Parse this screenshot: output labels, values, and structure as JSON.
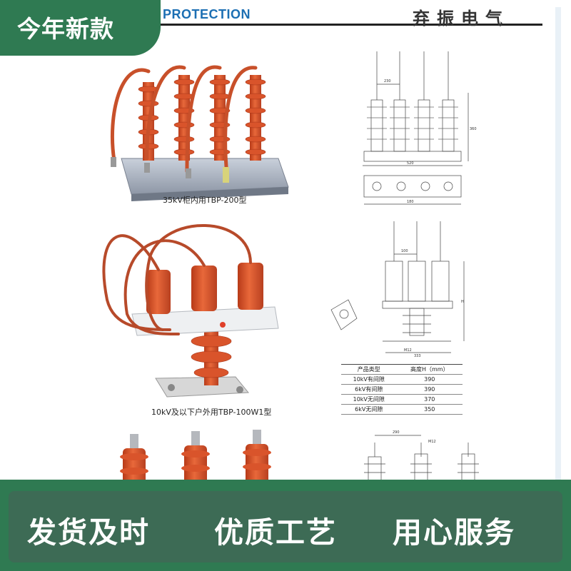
{
  "badge": {
    "label": "今年新款"
  },
  "header": {
    "protection": "PROTECTION",
    "brand": "弃振电气"
  },
  "products": [
    {
      "caption": "35kV柜内用TBP-200型"
    },
    {
      "caption": "10kV及以下户外用TBP-100W1型"
    }
  ],
  "spec_table": {
    "headers": [
      "产品类型",
      "高度H（mm）"
    ],
    "rows": [
      [
        "10kV有间隙",
        "390"
      ],
      [
        "6kV有间隙",
        "390"
      ],
      [
        "10kV无间隙",
        "370"
      ],
      [
        "6kV无间隙",
        "350"
      ]
    ]
  },
  "drawing_labels": {
    "d1_width": "230",
    "d1_total": "520",
    "d1_base": "180",
    "d1_height": "360",
    "d2_spacing": "100",
    "d2_bolt": "M12",
    "d2_base": "333",
    "d2_h": "H",
    "d3_spacing": "290",
    "d3_bolt": "M12"
  },
  "footer": {
    "items": [
      "发货及时",
      "优质工艺",
      "用心服务"
    ]
  },
  "colors": {
    "accent_green": "#2f7a52",
    "insulator_orange": "#d9542b",
    "header_blue": "#1c6fb3"
  }
}
